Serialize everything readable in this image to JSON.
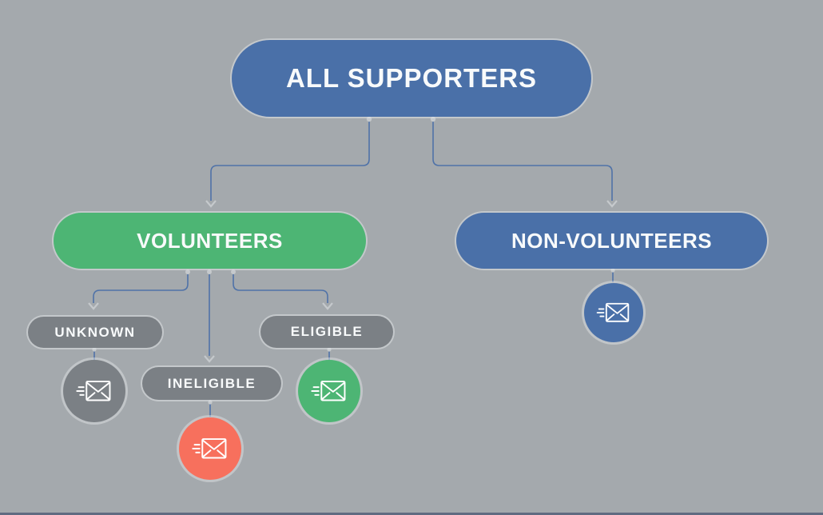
{
  "diagram": {
    "nodes": {
      "all_supporters": {
        "label": "ALL SUPPORTERS",
        "color": "#4a70a8"
      },
      "volunteers": {
        "label": "VOLUNTEERS",
        "color": "#4db574"
      },
      "non_volunteers": {
        "label": "NON-VOLUNTEERS",
        "color": "#4a70a8"
      },
      "unknown": {
        "label": "UNKNOWN",
        "color": "#7b8085"
      },
      "ineligible": {
        "label": "INELIGIBLE",
        "color": "#7b8085"
      },
      "eligible": {
        "label": "ELIGIBLE",
        "color": "#7b8085"
      }
    },
    "email_icons": [
      {
        "id": "unknown-email",
        "icon": "speeding-envelope-icon",
        "circle_color": "#7b8085"
      },
      {
        "id": "ineligible-email",
        "icon": "speeding-envelope-icon",
        "circle_color": "#f7705d"
      },
      {
        "id": "eligible-email",
        "icon": "speeding-envelope-icon",
        "circle_color": "#4db574"
      },
      {
        "id": "non-volunteers-email",
        "icon": "speeding-envelope-icon",
        "circle_color": "#4a70a8"
      }
    ],
    "edges": [
      {
        "from": "all_supporters",
        "to": "volunteers"
      },
      {
        "from": "all_supporters",
        "to": "non_volunteers"
      },
      {
        "from": "volunteers",
        "to": "unknown"
      },
      {
        "from": "volunteers",
        "to": "ineligible"
      },
      {
        "from": "volunteers",
        "to": "eligible"
      },
      {
        "from": "unknown",
        "to": "unknown-email"
      },
      {
        "from": "ineligible",
        "to": "ineligible-email"
      },
      {
        "from": "eligible",
        "to": "eligible-email"
      },
      {
        "from": "non_volunteers",
        "to": "non-volunteers-email"
      }
    ],
    "colors": {
      "background": "#a4a9ad",
      "node_blue": "#4a70a8",
      "node_green": "#4db574",
      "node_gray": "#7b8085",
      "circle_coral": "#f7705d",
      "connector_line": "#4f72a8",
      "connector_accent": "#c5c9cc",
      "label_text": "#f8fafb",
      "bottom_bar": "#606b81"
    }
  }
}
